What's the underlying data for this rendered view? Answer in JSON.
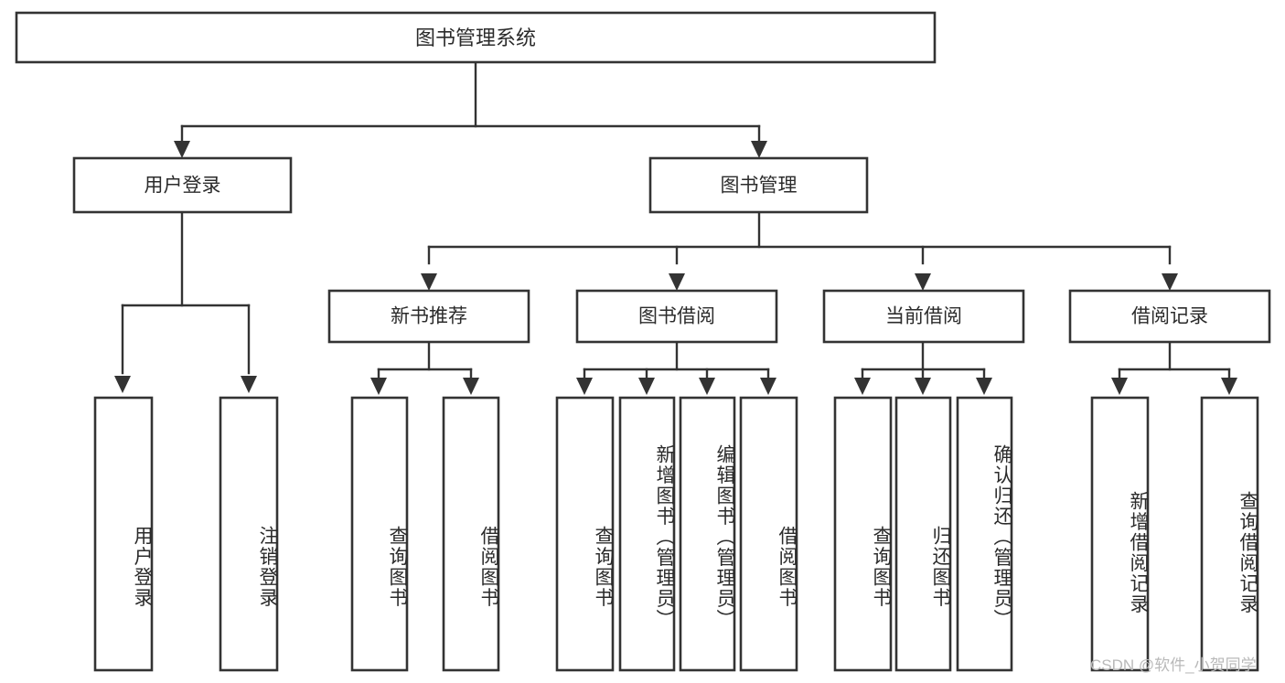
{
  "diagram": {
    "type": "tree-hierarchy",
    "title": "图书管理系统",
    "orientation": "top-down",
    "colors": {
      "box_stroke": "#333333",
      "box_fill": "#ffffff",
      "text": "#2b2b2b",
      "canvas": "#ffffff",
      "watermark": "#b9b9b9"
    },
    "levels": 4,
    "root": {
      "id": "root",
      "label": "图书管理系统",
      "label_orientation": "horizontal"
    },
    "level2": [
      {
        "id": "user-login",
        "label": "用户登录",
        "label_orientation": "horizontal"
      },
      {
        "id": "book-management",
        "label": "图书管理",
        "label_orientation": "horizontal"
      }
    ],
    "level3": [
      {
        "id": "new-book-recommend",
        "label": "新书推荐",
        "parent": "book-management",
        "label_orientation": "horizontal"
      },
      {
        "id": "book-borrow",
        "label": "图书借阅",
        "parent": "book-management",
        "label_orientation": "horizontal"
      },
      {
        "id": "current-borrow",
        "label": "当前借阅",
        "parent": "book-management",
        "label_orientation": "horizontal"
      },
      {
        "id": "borrow-record",
        "label": "借阅记录",
        "parent": "book-management",
        "label_orientation": "horizontal"
      }
    ],
    "leaves": [
      {
        "id": "leaf-user-login",
        "label": "用户登录",
        "parent": "user-login",
        "label_orientation": "vertical"
      },
      {
        "id": "leaf-user-logout",
        "label": "注销登录",
        "parent": "user-login",
        "label_orientation": "vertical"
      },
      {
        "id": "leaf-query-book-1",
        "label": "查询图书",
        "parent": "new-book-recommend",
        "label_orientation": "vertical"
      },
      {
        "id": "leaf-borrow-book-1",
        "label": "借阅图书",
        "parent": "new-book-recommend",
        "label_orientation": "vertical"
      },
      {
        "id": "leaf-query-book-2",
        "label": "查询图书",
        "parent": "book-borrow",
        "label_orientation": "vertical"
      },
      {
        "id": "leaf-add-book",
        "label": "新增图书（管理员）",
        "parent": "book-borrow",
        "label_orientation": "vertical"
      },
      {
        "id": "leaf-edit-book",
        "label": "编辑图书（管理员）",
        "parent": "book-borrow",
        "label_orientation": "vertical"
      },
      {
        "id": "leaf-borrow-book-2",
        "label": "借阅图书",
        "parent": "book-borrow",
        "label_orientation": "vertical"
      },
      {
        "id": "leaf-query-book-3",
        "label": "查询图书",
        "parent": "current-borrow",
        "label_orientation": "vertical"
      },
      {
        "id": "leaf-return-book",
        "label": "归还图书",
        "parent": "current-borrow",
        "label_orientation": "vertical"
      },
      {
        "id": "leaf-confirm-return",
        "label": "确认归还（管理员）",
        "parent": "current-borrow",
        "label_orientation": "vertical"
      },
      {
        "id": "leaf-add-record",
        "label": "新增借阅记录",
        "parent": "borrow-record",
        "label_orientation": "vertical"
      },
      {
        "id": "leaf-query-record",
        "label": "查询借阅记录",
        "parent": "borrow-record",
        "label_orientation": "vertical"
      }
    ]
  },
  "watermark": {
    "text": "CSDN @软件_小贺同学"
  }
}
